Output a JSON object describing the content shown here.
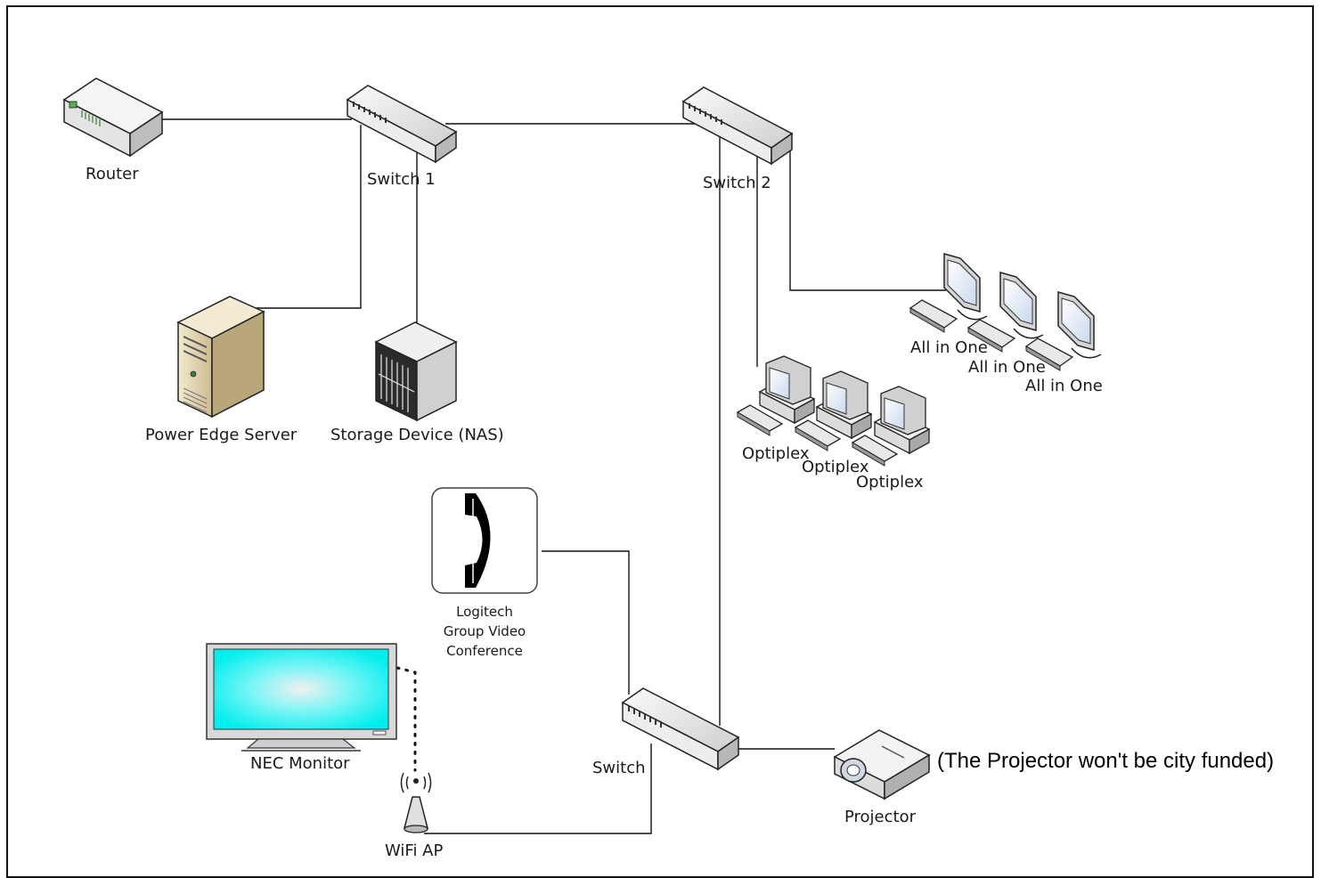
{
  "labels": {
    "router": "Router",
    "switch1": "Switch 1",
    "switch2": "Switch 2",
    "server": "Power Edge Server",
    "nas": "Storage Device (NAS)",
    "aio1": "All in One",
    "aio2": "All in One",
    "aio3": "All in One",
    "optiplex1": "Optiplex",
    "optiplex2": "Optiplex",
    "optiplex3": "Optiplex",
    "logitech_line1": "Logitech",
    "logitech_line2": "Group Video",
    "logitech_line3": "Conference",
    "nec": "NEC Monitor",
    "wifi": "WiFi AP",
    "switch": "Switch",
    "projector": "Projector",
    "projector_note": "(The Projector won't be city funded)"
  },
  "colors": {
    "monitor_screen": "#00f0f0",
    "server_body": "#e6d8b8",
    "device_gray": "#d9d9d9",
    "line": "#111111"
  }
}
